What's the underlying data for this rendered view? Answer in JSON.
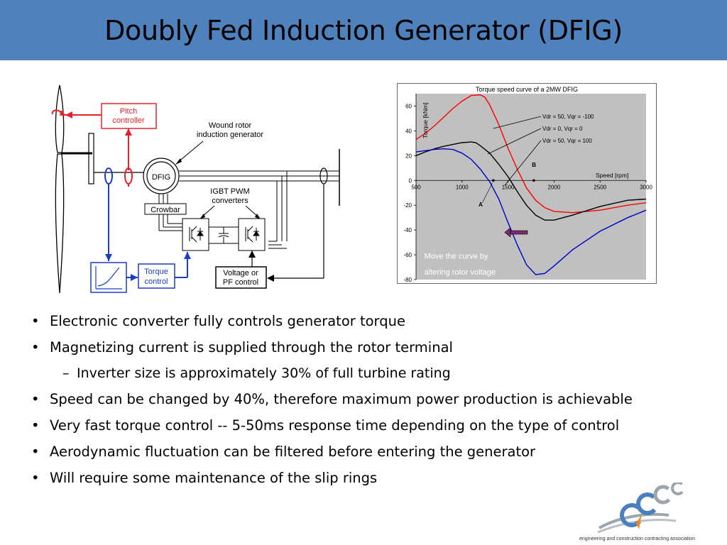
{
  "slide": {
    "title": "Doubly Fed Induction Generator (DFIG)"
  },
  "diagram": {
    "pitch_controller": [
      "Pitch",
      "controller"
    ],
    "wound_rotor": [
      "Wound rotor",
      "induction generator"
    ],
    "dfig": "DFIG",
    "igbt": [
      "IGBT PWM",
      "converters"
    ],
    "crowbar": "Crowbar",
    "torque_control": [
      "Torque",
      "control"
    ],
    "voltage_control": [
      "Voltage or",
      "PF control"
    ],
    "colors": {
      "red": "#e8202a",
      "blue": "#1c3cc8",
      "black": "#000000"
    }
  },
  "chart_data": {
    "type": "line",
    "title": "Torque speed curve of a 2MW DFIG",
    "xlabel": "Speed [rpm]",
    "ylabel": "Torque [kNm]",
    "xlim": [
      500,
      3000
    ],
    "ylim": [
      -80,
      70
    ],
    "xticks": [
      "500",
      "1000",
      "1500",
      "2000",
      "2500",
      "3000"
    ],
    "yticks": [
      "60",
      "40",
      "20",
      "0",
      "-20",
      "-40",
      "-60",
      "-80"
    ],
    "ytick_values": [
      60,
      40,
      20,
      0,
      -20,
      -40,
      -60,
      -80
    ],
    "xtick_values": [
      500,
      1000,
      1500,
      2000,
      2500,
      3000
    ],
    "grid": false,
    "series": [
      {
        "name": "Vdr = 50, Vqr = -100",
        "color": "#ff0000",
        "x": [
          500,
          600,
          700,
          800,
          900,
          1000,
          1100,
          1200,
          1250,
          1300,
          1400,
          1500,
          1600,
          1700,
          1800,
          1900,
          2000,
          2200,
          2500,
          2800,
          3000
        ],
        "y": [
          33,
          38,
          44,
          51,
          58,
          64,
          68.5,
          69,
          67,
          61,
          45,
          26,
          9,
          -6,
          -16,
          -22,
          -25,
          -26,
          -24,
          -20,
          -18
        ]
      },
      {
        "name": "Vdr = 0, Vqr = 0",
        "color": "#000000",
        "x": [
          500,
          600,
          700,
          800,
          900,
          1000,
          1100,
          1150,
          1200,
          1300,
          1400,
          1500,
          1600,
          1700,
          1800,
          1900,
          2000,
          2200,
          2500,
          2800,
          3000
        ],
        "y": [
          20,
          23,
          25.5,
          27.5,
          29,
          30.5,
          31,
          30.5,
          28,
          22,
          13,
          3,
          -9,
          -20,
          -28,
          -32,
          -32,
          -28,
          -21,
          -16,
          -15
        ]
      },
      {
        "name": "Vdr = 50, Vqr = 100",
        "color": "#0000cc",
        "x": [
          500,
          600,
          700,
          800,
          900,
          1000,
          1100,
          1200,
          1300,
          1400,
          1500,
          1600,
          1700,
          1800,
          1900,
          2000,
          2200,
          2500,
          2800,
          3000
        ],
        "y": [
          23,
          24,
          25,
          25.5,
          25,
          22,
          17,
          9,
          -1,
          -15,
          -34,
          -52,
          -68,
          -76,
          -75,
          -69,
          -56,
          -41,
          -30,
          -24
        ]
      }
    ],
    "annotations": [
      {
        "text": "A",
        "x": 1180,
        "y": -21
      },
      {
        "text": "B",
        "x": 1760,
        "y": 11
      },
      {
        "text": "Move the curve by",
        "x": 590,
        "y": -63
      },
      {
        "text": "altering rotor voltage",
        "x": 590,
        "y": -76
      }
    ]
  },
  "bullets": [
    {
      "level": 1,
      "text": "Electronic converter fully controls generator torque"
    },
    {
      "level": 1,
      "text": "Magnetizing current is supplied through the rotor terminal"
    },
    {
      "level": 2,
      "text": "Inverter size is approximately 30% of full turbine rating"
    },
    {
      "level": 1,
      "text": "Speed can be changed by 40%, therefore maximum power production is achievable"
    },
    {
      "level": 1,
      "text": "Very fast torque control -- 5-50ms response time depending on the type of control"
    },
    {
      "level": 1,
      "text": "Aerodynamic fluctuation can be filtered before entering the generator"
    },
    {
      "level": 1,
      "text": "Will require some maintenance of the slip rings"
    }
  ],
  "logo": {
    "tagline": "engineering and construction contracting association",
    "colors": {
      "blue": "#4a7fc0",
      "gray": "#9aa5ad",
      "orange": "#f08a24"
    }
  }
}
